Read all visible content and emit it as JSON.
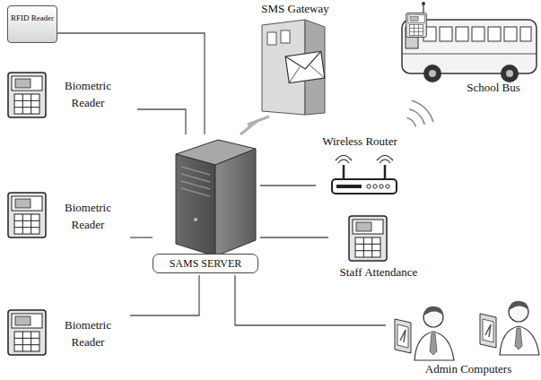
{
  "diagram": {
    "nodes": [
      {
        "text": [
          "RFID Reader"
        ]
      },
      {
        "text": [
          "SMS Gateway"
        ]
      },
      {
        "text": [
          "School Bus"
        ]
      },
      {
        "text": [
          "Biometric Reader"
        ]
      },
      {
        "text": [
          "Wireless Router"
        ]
      },
      {
        "text": [
          "Biometric Reader"
        ]
      },
      {
        "text": [
          "SAMS SERVER"
        ]
      },
      {
        "text": [
          "Staff Attendance"
        ]
      },
      {
        "text": [
          "Biometric Reader"
        ]
      },
      {
        "text": [
          "Admin Computers"
        ]
      }
    ],
    "edges": [
      {
        "from": 6,
        "to": 0,
        "arrow": "none"
      },
      {
        "from": 6,
        "to": 1,
        "arrow": "none"
      },
      {
        "from": 6,
        "to": 3,
        "arrow": "none"
      },
      {
        "from": 6,
        "to": 4,
        "arrow": "none"
      },
      {
        "from": 6,
        "to": 5,
        "arrow": "none"
      },
      {
        "from": 6,
        "to": 7,
        "arrow": "none"
      },
      {
        "from": 6,
        "to": 8,
        "arrow": "none"
      },
      {
        "from": 6,
        "to": 9,
        "arrow": "none"
      }
    ]
  }
}
